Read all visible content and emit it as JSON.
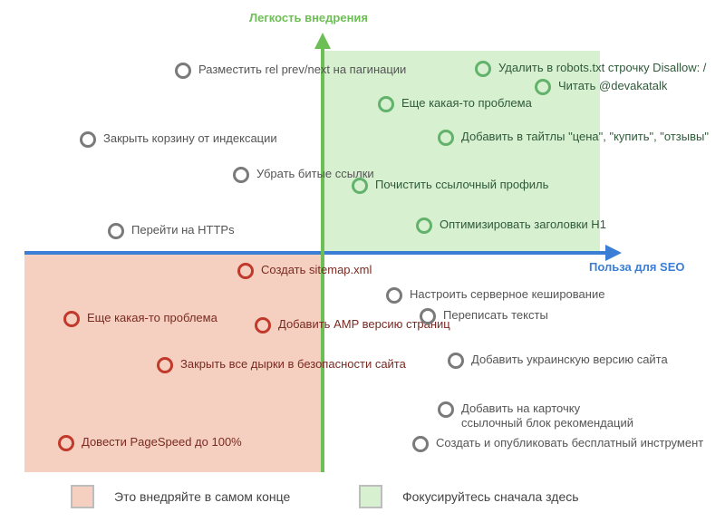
{
  "axes": {
    "x_label": "Польза для SEO",
    "y_label": "Легкость внедрения",
    "x_color": "#3a7fd5",
    "y_color": "#6dbf55"
  },
  "regions": {
    "red_color": "#f5d0c0",
    "green_color": "#d6f0d0"
  },
  "items": [
    {
      "label": "Разместить rel prev/next на пагинации",
      "group": "gray"
    },
    {
      "label": "Удалить в robots.txt строчку Disallow: /",
      "group": "green"
    },
    {
      "label": "Читать @devakatalk",
      "group": "green"
    },
    {
      "label": "Еще какая-то проблема",
      "group": "green"
    },
    {
      "label": "Закрыть корзину от индексации",
      "group": "gray"
    },
    {
      "label": "Добавить в тайтлы \"цена\", \"купить\", \"отзывы\"",
      "group": "green"
    },
    {
      "label": "Убрать битые ссылки",
      "group": "gray"
    },
    {
      "label": "Почистить ссылочный профиль",
      "group": "green"
    },
    {
      "label": "Перейти на HTTPs",
      "group": "gray"
    },
    {
      "label": "Оптимизировать заголовки H1",
      "group": "green"
    },
    {
      "label": "Создать sitemap.xml",
      "group": "red"
    },
    {
      "label": "Настроить серверное кеширование",
      "group": "gray"
    },
    {
      "label": "Еще какая-то проблема",
      "group": "red"
    },
    {
      "label": "Добавить AMP версию страниц",
      "group": "red"
    },
    {
      "label": "Переписать тексты",
      "group": "gray"
    },
    {
      "label": "Закрыть все дырки в безопасности сайта",
      "group": "red"
    },
    {
      "label": "Добавить украинскую версию сайта",
      "group": "gray"
    },
    {
      "label": "Добавить на карточку\nссылочный блок рекомендаций",
      "group": "gray"
    },
    {
      "label": "Довести PageSpeed до 100%",
      "group": "red"
    },
    {
      "label": "Создать и опубликовать бесплатный инструмент",
      "group": "gray"
    }
  ],
  "legend": [
    {
      "label": "Это внедряйте в самом конце",
      "color": "#f5d0c0"
    },
    {
      "label": "Фокусируйтесь сначала здесь",
      "color": "#d6f0d0"
    }
  ]
}
